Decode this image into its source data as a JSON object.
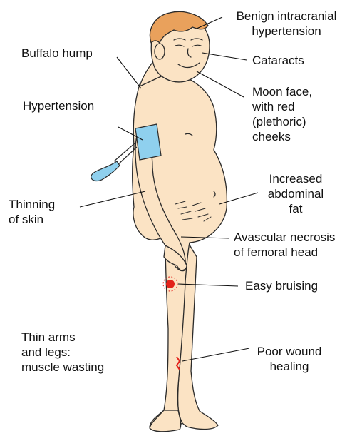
{
  "labels": {
    "benign_ih": "Benign intracranial\nhypertension",
    "buffalo_hump": "Buffalo hump",
    "cataracts": "Cataracts",
    "moon_face": "Moon face,\nwith red\n(plethoric)\ncheeks",
    "hypertension": "Hypertension",
    "abdominal_fat": "Increased\nabdominal\nfat",
    "thinning_skin": "Thinning\nof skin",
    "avascular_necrosis": "Avascular necrosis\nof femoral head",
    "bruising": "Easy bruising",
    "thin_limbs": "Thin arms\nand legs:\nmuscle wasting",
    "wound_healing": "Poor wound\nhealing"
  },
  "colors": {
    "skin": "#fbe3c4",
    "outline": "#2a2a2a",
    "hair": "#e9a15c",
    "cuff": "#8fd0ee",
    "bruise": "#e32119",
    "leader": "#111111"
  }
}
